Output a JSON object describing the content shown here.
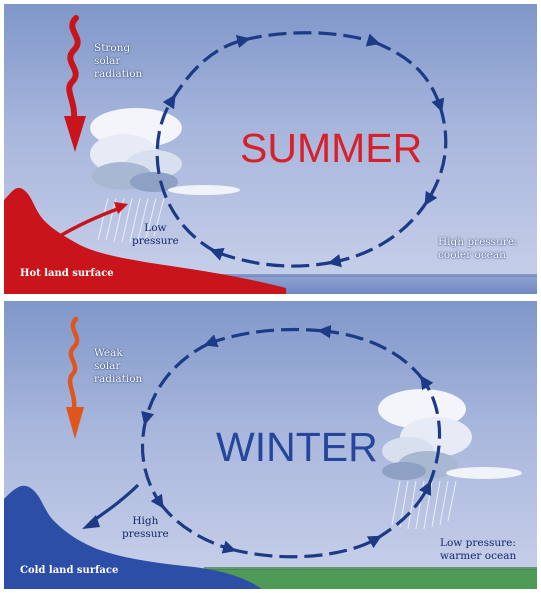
{
  "summer": {
    "title": "SUMMER",
    "radiation_label_lines": [
      "Strong",
      "solar",
      "radiation"
    ],
    "low_pressure_lines": [
      "Low",
      "pressure"
    ],
    "high_pressure_lines": [
      "High pressure:",
      "cooler ocean"
    ],
    "land_label": "Hot land surface",
    "land_color": "#c8141a",
    "arrow_color": "#c8141a",
    "cycle_color": "#1c3a86"
  },
  "winter": {
    "title": "WINTER",
    "radiation_label_lines": [
      "Weak",
      "solar",
      "radiation"
    ],
    "high_pressure_lines": [
      "High",
      "pressure"
    ],
    "low_pressure_lines": [
      "Low pressure:",
      "warmer ocean"
    ],
    "land_label": "Cold land surface",
    "land_color": "#2d4ea6",
    "arrow_color": "#e0551c",
    "cycle_color": "#1c3a86"
  }
}
